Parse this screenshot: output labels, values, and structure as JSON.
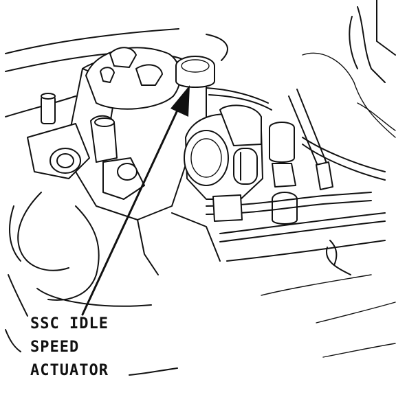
{
  "callout": {
    "line1": "SSC IDLE",
    "line2": "SPEED",
    "line3": "ACTUATOR"
  }
}
